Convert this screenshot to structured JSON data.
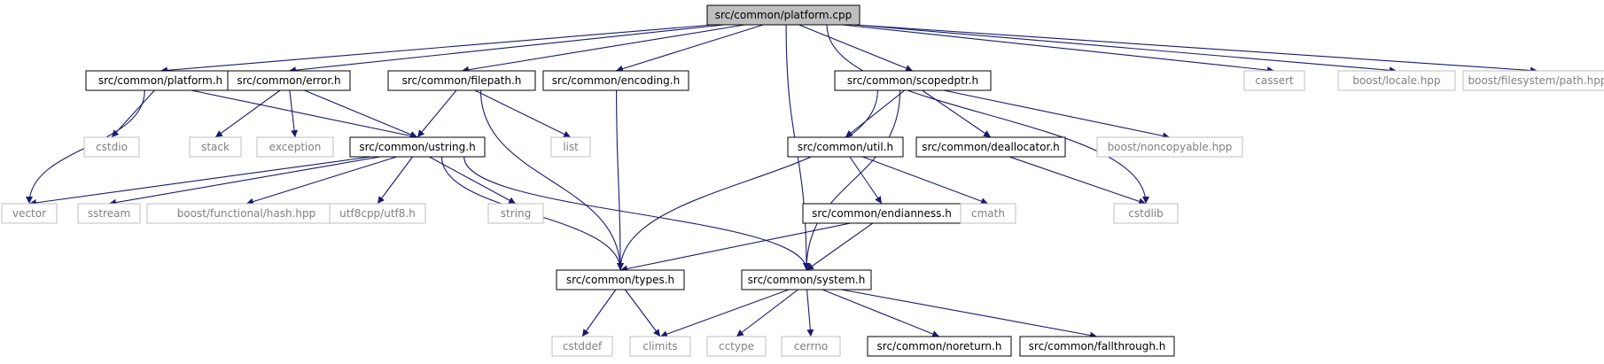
{
  "colors": {
    "edge": "#191970",
    "local_border": "#000000",
    "system_border": "#bfbfbf",
    "root_fill": "#bfbfbf",
    "local_text": "#000000",
    "system_text": "#808080",
    "background": "#ffffff"
  },
  "nodes": [
    {
      "id": "platform_cpp",
      "label": "src/common/platform.cpp",
      "kind": "root"
    },
    {
      "id": "platform_h",
      "label": "src/common/platform.h",
      "kind": "local"
    },
    {
      "id": "error_h",
      "label": "src/common/error.h",
      "kind": "local"
    },
    {
      "id": "filepath_h",
      "label": "src/common/filepath.h",
      "kind": "local"
    },
    {
      "id": "encoding_h",
      "label": "src/common/encoding.h",
      "kind": "local"
    },
    {
      "id": "scopedptr_h",
      "label": "src/common/scopedptr.h",
      "kind": "local"
    },
    {
      "id": "cassert",
      "label": "cassert",
      "kind": "system"
    },
    {
      "id": "locale_hpp",
      "label": "boost/locale.hpp",
      "kind": "system"
    },
    {
      "id": "fs_path_hpp",
      "label": "boost/filesystem/path.hpp",
      "kind": "system"
    },
    {
      "id": "cstdio",
      "label": "cstdio",
      "kind": "system"
    },
    {
      "id": "stack",
      "label": "stack",
      "kind": "system"
    },
    {
      "id": "exception",
      "label": "exception",
      "kind": "system"
    },
    {
      "id": "ustring_h",
      "label": "src/common/ustring.h",
      "kind": "local"
    },
    {
      "id": "list",
      "label": "list",
      "kind": "system"
    },
    {
      "id": "util_h",
      "label": "src/common/util.h",
      "kind": "local"
    },
    {
      "id": "deallocator_h",
      "label": "src/common/deallocator.h",
      "kind": "local"
    },
    {
      "id": "noncopyable_hpp",
      "label": "boost/noncopyable.hpp",
      "kind": "system"
    },
    {
      "id": "vector",
      "label": "vector",
      "kind": "system"
    },
    {
      "id": "sstream",
      "label": "sstream",
      "kind": "system"
    },
    {
      "id": "functional_hash",
      "label": "boost/functional/hash.hpp",
      "kind": "system"
    },
    {
      "id": "utf8_h",
      "label": "utf8cpp/utf8.h",
      "kind": "system"
    },
    {
      "id": "string",
      "label": "string",
      "kind": "system"
    },
    {
      "id": "endianness_h",
      "label": "src/common/endianness.h",
      "kind": "local"
    },
    {
      "id": "cmath",
      "label": "cmath",
      "kind": "system"
    },
    {
      "id": "cstdlib",
      "label": "cstdlib",
      "kind": "system"
    },
    {
      "id": "types_h",
      "label": "src/common/types.h",
      "kind": "local"
    },
    {
      "id": "system_h",
      "label": "src/common/system.h",
      "kind": "local"
    },
    {
      "id": "cstddef",
      "label": "cstddef",
      "kind": "system"
    },
    {
      "id": "climits",
      "label": "climits",
      "kind": "system"
    },
    {
      "id": "cctype",
      "label": "cctype",
      "kind": "system"
    },
    {
      "id": "cerrno",
      "label": "cerrno",
      "kind": "system"
    },
    {
      "id": "noreturn_h",
      "label": "src/common/noreturn.h",
      "kind": "local"
    },
    {
      "id": "fallthrough_h",
      "label": "src/common/fallthrough.h",
      "kind": "local"
    }
  ],
  "edges": [
    [
      "platform_cpp",
      "platform_h"
    ],
    [
      "platform_cpp",
      "error_h"
    ],
    [
      "platform_cpp",
      "filepath_h"
    ],
    [
      "platform_cpp",
      "encoding_h"
    ],
    [
      "platform_cpp",
      "scopedptr_h"
    ],
    [
      "platform_cpp",
      "system_h"
    ],
    [
      "platform_cpp",
      "cstdlib"
    ],
    [
      "platform_cpp",
      "cassert"
    ],
    [
      "platform_cpp",
      "locale_hpp"
    ],
    [
      "platform_cpp",
      "fs_path_hpp"
    ],
    [
      "platform_h",
      "cstdio"
    ],
    [
      "platform_h",
      "vector"
    ],
    [
      "platform_h",
      "ustring_h"
    ],
    [
      "error_h",
      "stack"
    ],
    [
      "error_h",
      "exception"
    ],
    [
      "error_h",
      "ustring_h"
    ],
    [
      "filepath_h",
      "ustring_h"
    ],
    [
      "filepath_h",
      "list"
    ],
    [
      "filepath_h",
      "types_h"
    ],
    [
      "encoding_h",
      "types_h"
    ],
    [
      "scopedptr_h",
      "types_h"
    ],
    [
      "scopedptr_h",
      "util_h"
    ],
    [
      "scopedptr_h",
      "deallocator_h"
    ],
    [
      "scopedptr_h",
      "noncopyable_hpp"
    ],
    [
      "scopedptr_h",
      "system_h"
    ],
    [
      "ustring_h",
      "vector"
    ],
    [
      "ustring_h",
      "sstream"
    ],
    [
      "ustring_h",
      "functional_hash"
    ],
    [
      "ustring_h",
      "utf8_h"
    ],
    [
      "ustring_h",
      "string"
    ],
    [
      "ustring_h",
      "types_h"
    ],
    [
      "ustring_h",
      "system_h"
    ],
    [
      "util_h",
      "endianness_h"
    ],
    [
      "util_h",
      "cmath"
    ],
    [
      "deallocator_h",
      "cstdlib"
    ],
    [
      "endianness_h",
      "types_h"
    ],
    [
      "endianness_h",
      "system_h"
    ],
    [
      "types_h",
      "cstddef"
    ],
    [
      "types_h",
      "climits"
    ],
    [
      "system_h",
      "climits"
    ],
    [
      "system_h",
      "cctype"
    ],
    [
      "system_h",
      "cerrno"
    ],
    [
      "system_h",
      "noreturn_h"
    ],
    [
      "system_h",
      "fallthrough_h"
    ]
  ]
}
